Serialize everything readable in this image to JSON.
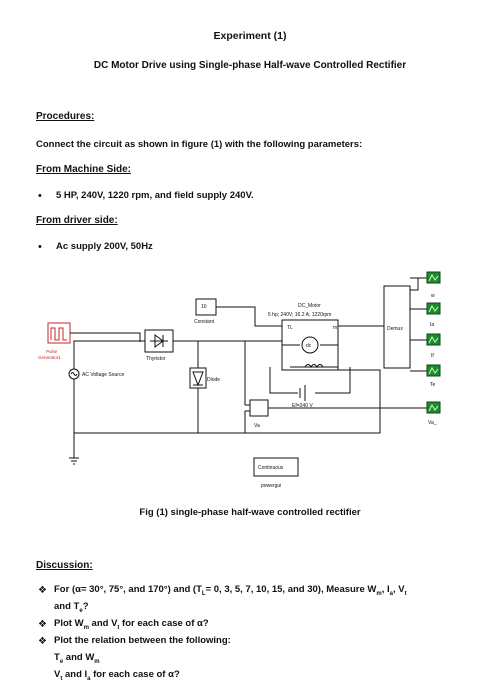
{
  "doc": {
    "title": "Experiment (1)",
    "subtitle": "DC Motor Drive using Single-phase Half-wave Controlled Rectifier",
    "procedures_heading": "Procedures:",
    "instruction": "Connect the circuit as shown in figure (1) with the following parameters:",
    "machine_side_heading": "From Machine Side:",
    "machine_side_items": [
      "5 HP, 240V, 1220 rpm, and field supply 240V."
    ],
    "driver_side_heading": "From driver side:",
    "driver_side_items": [
      "Ac supply 200V, 50Hz"
    ]
  },
  "figure": {
    "caption": "Fig (1) single-phase half-wave controlled rectifier",
    "labels": {
      "pulse_generator": [
        "Pulse",
        "Generator1"
      ],
      "ac_source": "AC Voltage Source",
      "thyristor": "Thyristor",
      "diode": "Diode",
      "constant_value": "10",
      "constant": "Constant",
      "dc_motor_name": "DC_Motor",
      "dc_motor_params": "5 hp; 240V; 16.2 A; 1220rpm",
      "tl_port": "TL",
      "m_port": "m",
      "dc_symbol": "dc",
      "field_source": "Ef=240 V",
      "voltmeter": "Va",
      "demux": "Demux",
      "scopes": [
        "w",
        "Ia",
        "If",
        "Te",
        "Va_"
      ],
      "continuous": "Continuous",
      "powergui": "powergui"
    }
  },
  "discussion": {
    "heading": "Discussion:",
    "items": [
      [
        "For (α= 30°, 75°, and 170°) and (T",
        "L",
        "= 0, 3, 5, 7, 10, 15, and 30), Measure W",
        "m",
        ", I",
        "a",
        ", V",
        "t"
      ],
      [
        "Plot W",
        "m",
        " and V",
        "t",
        " for each case of α?"
      ],
      [
        "Plot the relation between the following:"
      ]
    ],
    "item1_cont": [
      "and T",
      "e",
      "?"
    ],
    "sub_items": [
      [
        "T",
        "e",
        " and W",
        "m"
      ],
      [
        "V",
        "t",
        " and I",
        "a",
        " for each case of α?"
      ]
    ],
    "bullet_glyph": "❖",
    "list_bullet": "•"
  }
}
